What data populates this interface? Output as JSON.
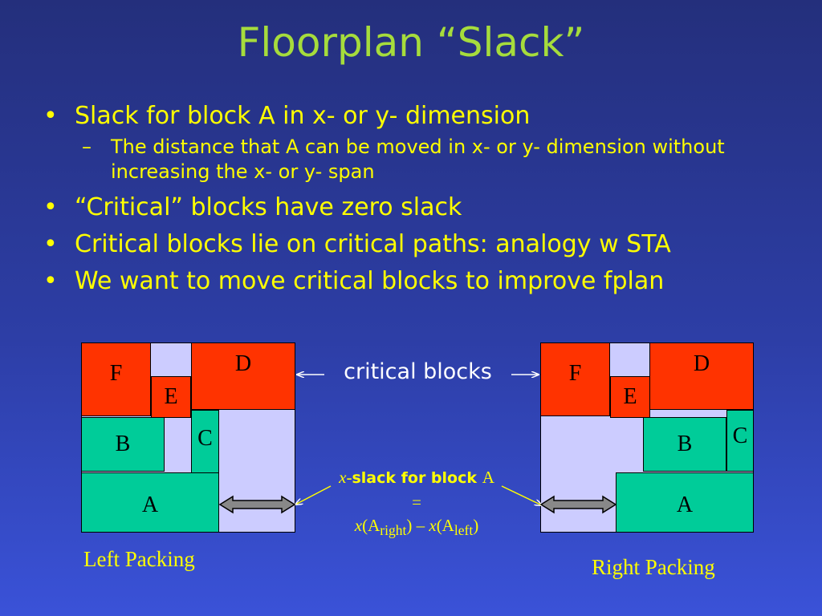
{
  "title": "Floorplan “Slack”",
  "bullets": [
    {
      "text": "Slack for block A in x- or y- dimension",
      "sub": "The distance that A can be moved in x- or y- dimension without increasing the x- or y- span"
    },
    {
      "text": "“Critical” blocks have zero slack"
    },
    {
      "text": "Critical blocks lie on critical paths: analogy w STA"
    },
    {
      "text": "We want to move critical blocks to improve fplan"
    }
  ],
  "left_packing": {
    "caption": "Left Packing",
    "blocks": {
      "F": "F",
      "E": "E",
      "D": "D",
      "B": "B",
      "C": "C",
      "A": "A"
    }
  },
  "right_packing": {
    "caption": "Right Packing",
    "blocks": {
      "F": "F",
      "E": "E",
      "D": "D",
      "B": "B",
      "C": "C",
      "A": "A"
    }
  },
  "critical_label": "critical blocks",
  "slack_formula": {
    "x": "x",
    "dash": "-",
    "slack_text": "slack for block",
    "block": "A",
    "equals": "=",
    "x1": "x",
    "open1": "(A",
    "sub1": "right",
    "close1": ")",
    "minus": "–",
    "x2": "x",
    "open2": "(A",
    "sub2": "left",
    "close2": ")"
  },
  "colors": {
    "title": "#a6dc3c",
    "bullet_text": "#ffff00",
    "critical_block": "#ff3300",
    "other_block": "#00cc99",
    "floor_background": "#ccccff",
    "annotation": "#ffff00"
  }
}
